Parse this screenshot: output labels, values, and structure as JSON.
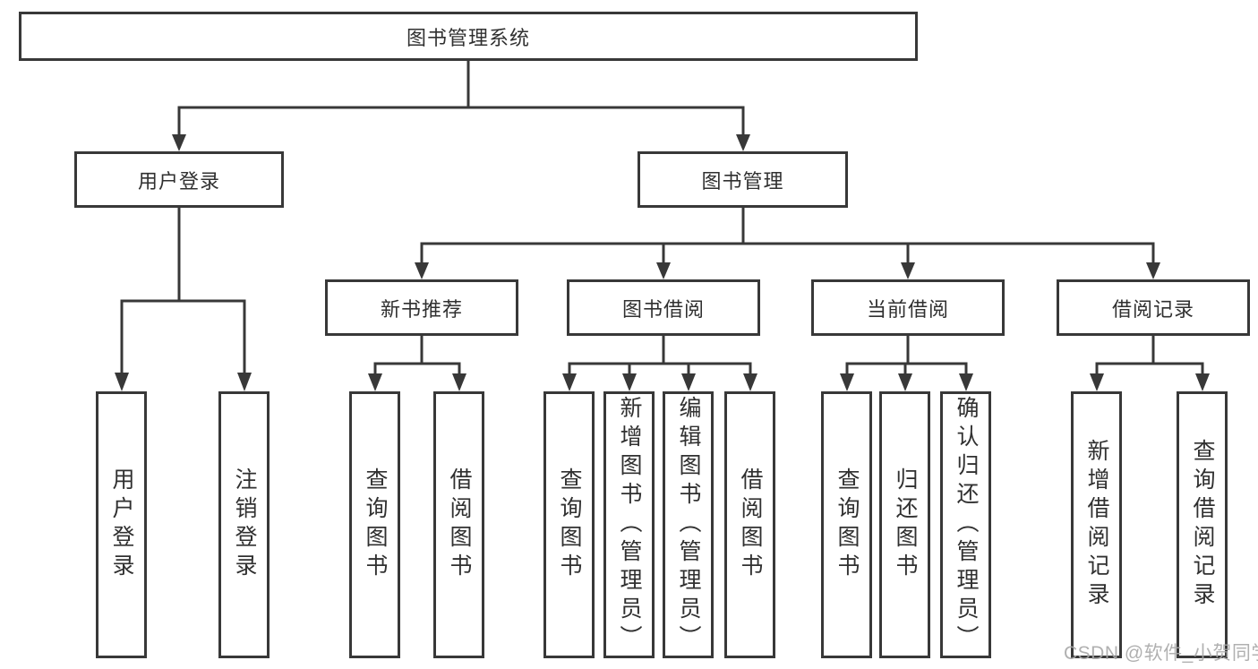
{
  "colors": {
    "line": "#383838",
    "text": "#303030",
    "background": "#ffffff",
    "watermark": "#a8a8a8"
  },
  "chart": {
    "type": "hierarchy-diagram",
    "root": {
      "label": "图书管理系统"
    },
    "branches": {
      "user_login": {
        "label": "用户登录",
        "children": {
          "login": "用户登录",
          "logout": "注销登录"
        }
      },
      "book_mgmt": {
        "label": "图书管理",
        "sections": {
          "new_book_rec": {
            "label": "新书推荐",
            "children": {
              "query_books": "查询图书",
              "borrow_books": "借阅图书"
            }
          },
          "book_borrow": {
            "label": "图书借阅",
            "children": {
              "query_books": "查询图书",
              "add_books": "新增图书（管理员）",
              "edit_books": "编辑图书（管理员）",
              "borrow_books": "借阅图书"
            }
          },
          "current_borrow": {
            "label": "当前借阅",
            "children": {
              "query_books": "查询图书",
              "return_books": "归还图书",
              "confirm_return": "确认归还（管理员）"
            }
          },
          "borrow_record": {
            "label": "借阅记录",
            "children": {
              "add_record": "新增借阅记录",
              "query_record": "查询借阅记录"
            }
          }
        }
      }
    }
  },
  "watermark": {
    "text": "CSDN @软件_小贺同学"
  }
}
